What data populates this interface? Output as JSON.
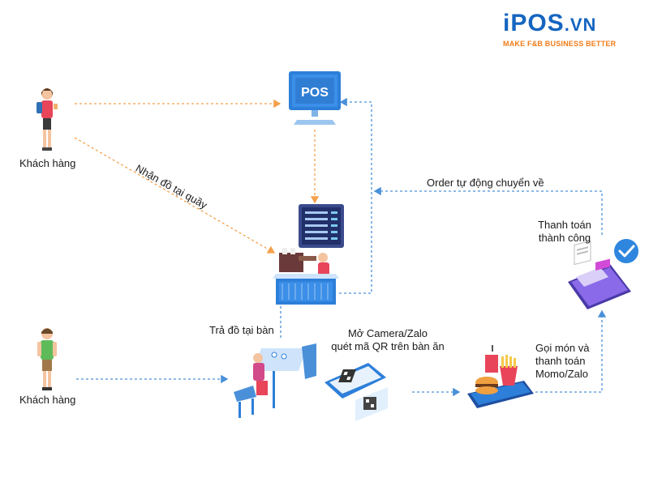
{
  "logo": {
    "brand_prefix": "iPOS",
    "brand_suffix": ".VN",
    "tagline": "MAKE F&B BUSINESS BETTER"
  },
  "colors": {
    "brand_blue": "#1565c0",
    "brand_orange": "#f07c1a",
    "flow_orange": "#f5a04a",
    "flow_blue": "#4a90d9",
    "check_blue": "#2e86de"
  },
  "nodes": {
    "customer_top": {
      "label": "Khách hàng",
      "icon": "customer-icon"
    },
    "customer_bottom": {
      "label": "Khách hàng",
      "icon": "customer-icon"
    },
    "pos": {
      "label": "POS",
      "icon": "pos-monitor-icon"
    },
    "kitchen_board": {
      "icon": "order-board-icon"
    },
    "counter": {
      "icon": "counter-barista-icon"
    },
    "table": {
      "icon": "dining-table-icon"
    },
    "phone_qr": {
      "icon": "phone-qr-icon"
    },
    "food_app": {
      "icon": "food-order-app-icon"
    },
    "payment": {
      "icon": "payment-success-icon"
    }
  },
  "labels": {
    "pickup_at_counter": "Nhận đồ tại quầy",
    "serve_at_table": "Trả đồ tại bàn",
    "scan_qr_line1": "Mở Camera/Zalo",
    "scan_qr_line2": "quét mã QR trên bàn ăn",
    "order_auto_line": "Order tự động chuyển về",
    "payment_success_line1": "Thanh toán",
    "payment_success_line2": "thành công",
    "order_pay_line1": "Gọi món và",
    "order_pay_line2": "thanh toán",
    "order_pay_line3": "Momo/Zalo"
  }
}
